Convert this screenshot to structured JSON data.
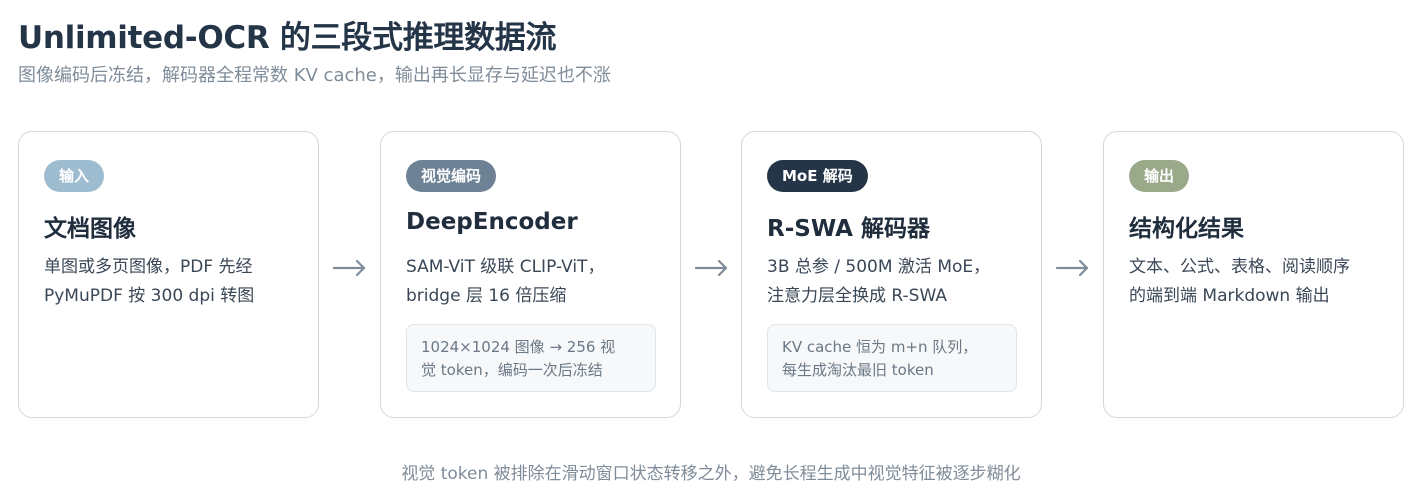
{
  "header": {
    "title": "Unlimited-OCR 的三段式推理数据流",
    "subtitle": "图像编码后冻结，解码器全程常数 KV cache，输出再长显存与延迟也不涨"
  },
  "stages": [
    {
      "badge": "输入",
      "badge_color": "#9ebccf",
      "title": "文档图像",
      "desc_lines": [
        "单图或多页图像，PDF 先经",
        "PyMuPDF 按 300 dpi 转图"
      ]
    },
    {
      "badge": "视觉编码",
      "badge_color": "#6e8296",
      "title": "DeepEncoder",
      "desc_lines": [
        "SAM-ViT 级联 CLIP-ViT，",
        "bridge 层 16 倍压缩"
      ],
      "note_lines": [
        "1024×1024 图像 → 256 视",
        "觉 token，编码一次后冻结"
      ]
    },
    {
      "badge": "MoE 解码",
      "badge_color": "#253548",
      "title": "R-SWA 解码器",
      "desc_lines": [
        "3B 总参 / 500M 激活 MoE，",
        "注意力层全换成 R-SWA"
      ],
      "note_lines": [
        "KV cache 恒为 m+n 队列，",
        "每生成淘汰最旧 token"
      ]
    },
    {
      "badge": "输出",
      "badge_color": "#9aa98a",
      "title": "结构化结果",
      "desc_lines": [
        "文本、公式、表格、阅读顺序",
        "的端到端 Markdown 输出"
      ]
    }
  ],
  "arrows": {
    "color": "#7f8c99",
    "icon": "right-arrow-icon"
  },
  "footer": {
    "text": "视觉 token 被排除在滑动窗口状态转移之外，避免长程生成中视觉特征被逐步糊化"
  }
}
